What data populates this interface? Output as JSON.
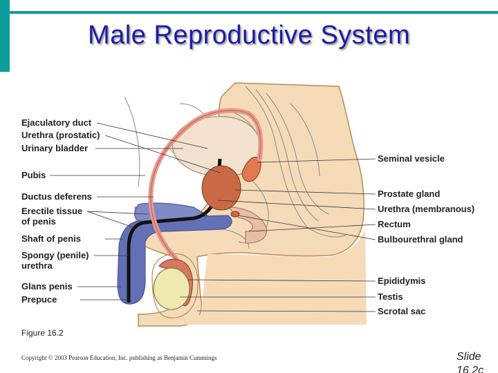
{
  "title": "Male Reproductive System",
  "labels_left": [
    "Ejaculatory duct",
    "Urethra (prostatic)",
    "Urinary bladder",
    "Pubis",
    "Ductus deferens",
    "Erectile tissue",
    "of penis",
    "Shaft of penis",
    "Spongy (penile)",
    "urethra",
    "Glans penis",
    "Prepuce"
  ],
  "labels_right": [
    "Seminal vesicle",
    "Prostate gland",
    "Urethra (membranous)",
    "Rectum",
    "Bulbourethral gland",
    "Epididymis",
    "Testis",
    "Scrotal sac"
  ],
  "caption": "Figure 16.2",
  "copyright": "Copyright © 2003 Pearson Education, Inc. publishing as Benjamin Cummings",
  "slide_number": "Slide 16.2c",
  "colors": {
    "accent_teal": "#0c9c99",
    "title_blue": "#1c1ca8",
    "skin": "#f5dbb8",
    "penis_blue": "#6470b5",
    "prostate": "#c96a45",
    "duct_pink": "#e89a8a"
  }
}
